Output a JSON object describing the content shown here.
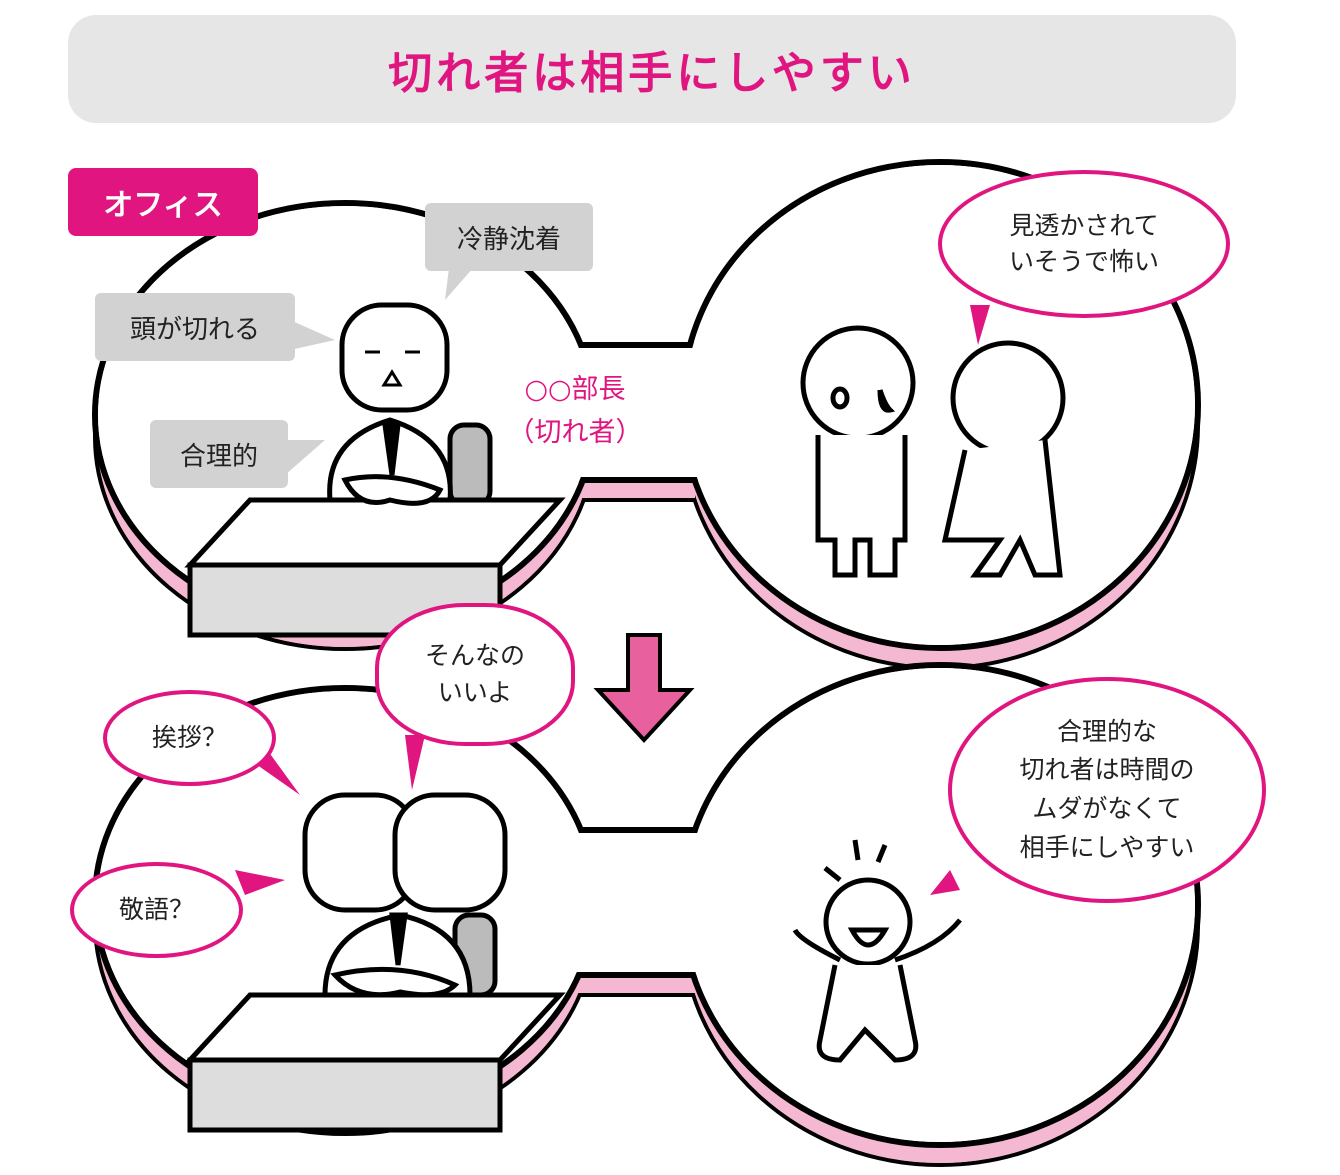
{
  "title": "切れ者は相手にしやすい",
  "tag": "オフィス",
  "top_panel": {
    "traits": [
      "冷静沈着",
      "頭が切れる",
      "合理的"
    ],
    "boss_label": [
      "○○部長",
      "（切れ者）"
    ],
    "subordinate_thought": [
      "見透かされて",
      "いそうで怖い"
    ]
  },
  "bottom_panel": {
    "boss_speech": [
      "そんなの",
      "いいよ"
    ],
    "questions": [
      "挨拶？",
      "敬語？"
    ],
    "subordinate_thought": [
      "合理的な",
      "切れ者は時間の",
      "ムダがなくて",
      "相手にしやすい"
    ]
  },
  "colors": {
    "accent": "#e0157f",
    "shadow": "#f4b8d2",
    "gray_bubble": "#d2d2d2",
    "title_bg": "#e6e6e6"
  }
}
